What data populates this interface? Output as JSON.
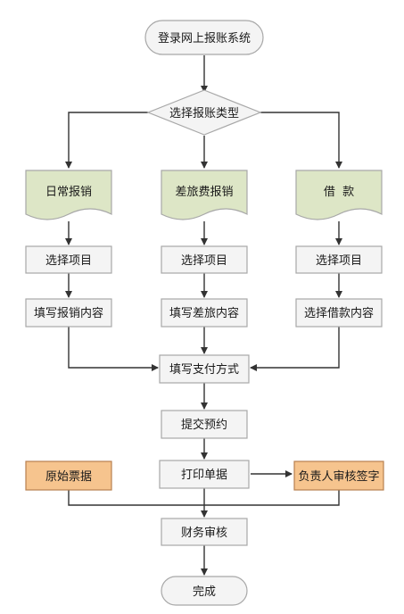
{
  "colors": {
    "line": "#333333",
    "box_fill": "#f4f4f4",
    "box_stroke": "#a8a8a8",
    "doc_fill": "#dde6c6",
    "orange_fill": "#f6c48e",
    "orange_stroke": "#b88050",
    "text": "#1a1a1a"
  },
  "flow": {
    "start": "登录网上报账系统",
    "decision": "选择报账类型",
    "doc_daily": "日常报销",
    "doc_travel": "差旅费报销",
    "doc_loan": "借  款",
    "select_item_1": "选择项目",
    "select_item_2": "选择项目",
    "select_item_3": "选择项目",
    "fill_daily": "填写报销内容",
    "fill_travel": "填写差旅内容",
    "select_loan": "选择借款内容",
    "payment": "填写支付方式",
    "appointment": "提交预约",
    "print": "打印单据",
    "original_receipts": "原始票据",
    "signature": "负责人审核签字",
    "audit": "财务审核",
    "end": "完成"
  }
}
